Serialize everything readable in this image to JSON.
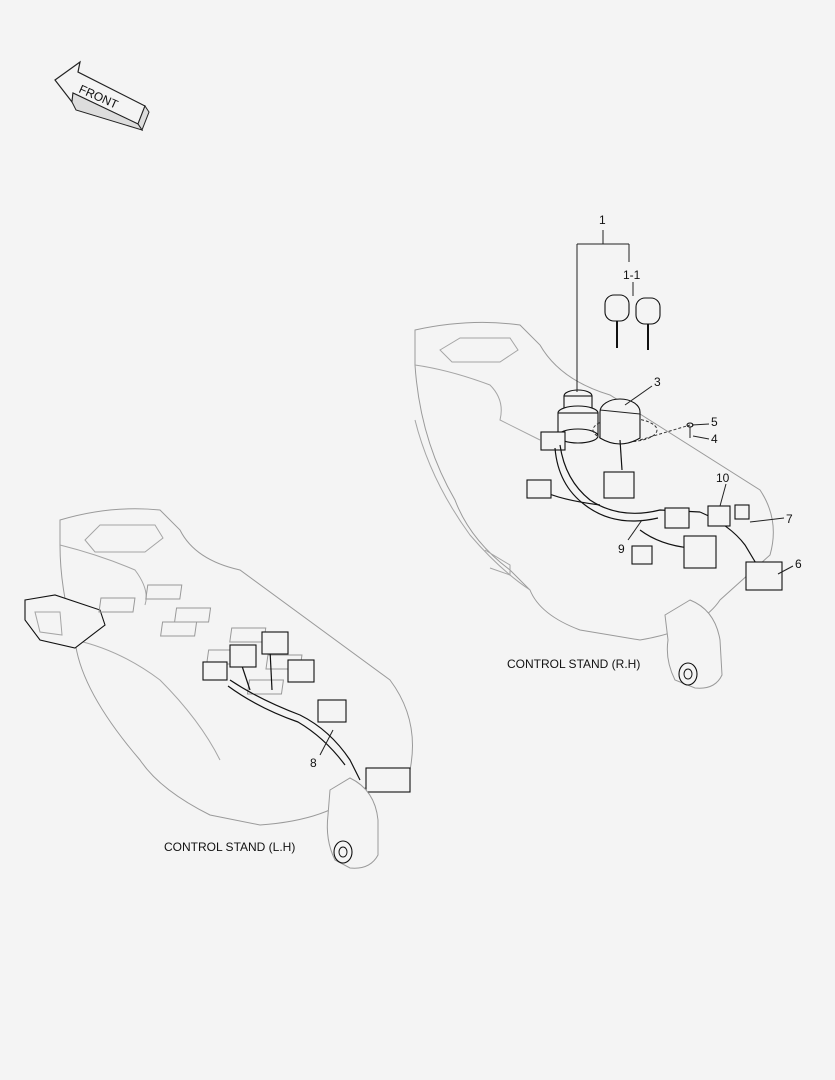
{
  "front_arrow": {
    "label": "FRONT"
  },
  "captions": {
    "right": "CONTROL STAND (R.H)",
    "left": "CONTROL STAND (L.H)"
  },
  "callouts": {
    "c1": "1",
    "c1_1": "1-1",
    "c3": "3",
    "c4": "4",
    "c5": "5",
    "c6": "6",
    "c7": "7",
    "c8": "8",
    "c9": "9",
    "c10": "10"
  }
}
